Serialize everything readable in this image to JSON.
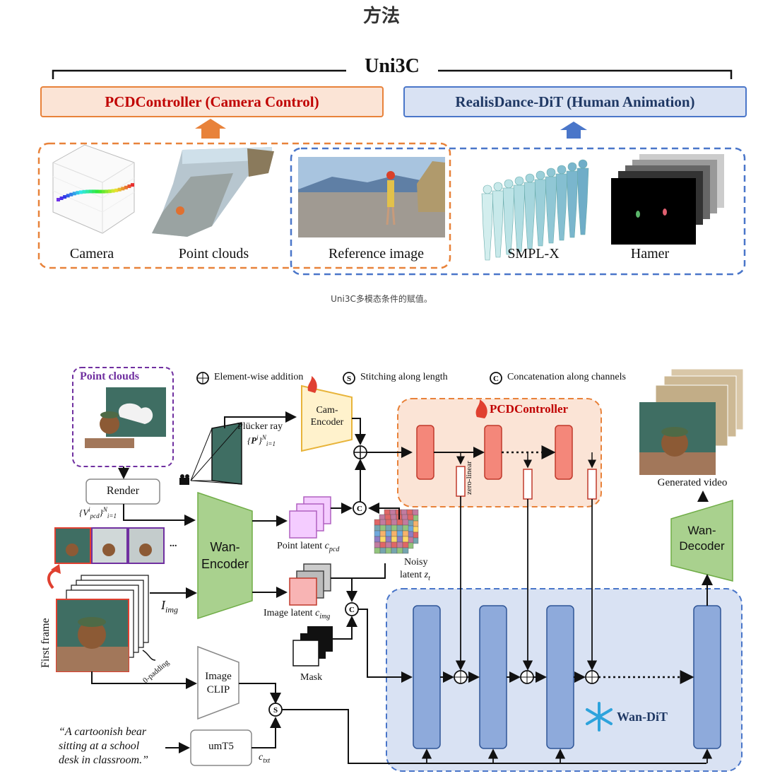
{
  "page_title": "方法",
  "top": {
    "brand": "Uni3C",
    "pcd_controller_title": "PCDController (Camera Control)",
    "realisdance_title": "RealisDance-DiT (Human Animation)",
    "items": {
      "camera": "Camera",
      "point_clouds": "Point clouds",
      "reference_image": "Reference image",
      "smplx": "SMPL-X",
      "hamer": "Hamer"
    },
    "caption": "Uni3C多模态条件的赋值。"
  },
  "arch": {
    "point_clouds_title": "Point clouds",
    "legend_add": "Element-wise addition",
    "legend_stitch": "Stitching along length",
    "legend_concat": "Concatenation along channels",
    "cam_encoder": "Cam-\nEncoder",
    "plucker": "Plücker ray",
    "plucker_math": "{P^i}_{i=1}^N",
    "pcd_controller": "PCDController",
    "zero_linear": "zero-linear",
    "generated_video": "Generated video",
    "render": "Render",
    "v_pcd": "{V^i_pcd}_{i=1}^N",
    "wan_encoder": "Wan-\nEncoder",
    "point_latent": "Point latent c_pcd",
    "noisy_latent_1": "Noisy",
    "noisy_latent_2": "latent z_t",
    "image_latent": "Image latent c_img",
    "mask": "Mask",
    "i_img": "I_img",
    "first_frame": "First frame",
    "zero_padding": "0-padding",
    "image_clip": "Image\nCLIP",
    "umt5": "umT5",
    "c_txt": "c_txt",
    "prompt": "“A cartoonish bear sitting at a school desk in classroom.”",
    "prompt_lines": [
      "“A cartoonish bear",
      "sitting at a school",
      "desk in classroom.”"
    ],
    "wan_decoder": "Wan-\nDecoder",
    "wan_dit": "Wan-DiT",
    "ellipsis": "..."
  },
  "colors": {
    "orange": "#e8823a",
    "orange_fill": "#fbe4d6",
    "blue": "#4a76c9",
    "blue_fill": "#d9e2f3",
    "green": "#a9d18e",
    "purple": "#7030a0",
    "red": "#e04030",
    "dit_block": "#8eaadb"
  }
}
